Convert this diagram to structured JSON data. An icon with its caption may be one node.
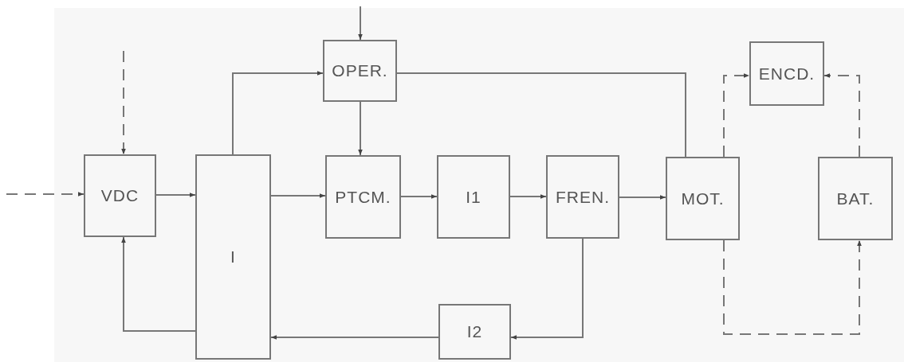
{
  "diagram": {
    "nodes": [
      {
        "text": [
          "OPER."
        ]
      },
      {
        "text": [
          "VDC"
        ]
      },
      {
        "text": [
          "I"
        ]
      },
      {
        "text": [
          "PTCM."
        ]
      },
      {
        "text": [
          "I1"
        ]
      },
      {
        "text": [
          "FREN."
        ]
      },
      {
        "text": [
          "MOT."
        ]
      },
      {
        "text": [
          "ENCD."
        ]
      },
      {
        "text": [
          "BAT."
        ]
      },
      {
        "text": [
          "I2"
        ]
      }
    ],
    "edges": [
      {
        "from": null,
        "to": 0,
        "arrow": "to"
      },
      {
        "from": null,
        "to": 1,
        "arrow": "to",
        "style": "dashed"
      },
      {
        "from": null,
        "to": 1,
        "arrow": "to",
        "style": "dashed"
      },
      {
        "from": 1,
        "to": 2,
        "arrow": "to"
      },
      {
        "from": 2,
        "to": 0,
        "arrow": "to"
      },
      {
        "from": 0,
        "to": 3,
        "arrow": "to"
      },
      {
        "from": 2,
        "to": 3,
        "arrow": "to"
      },
      {
        "from": 3,
        "to": 4,
        "arrow": "to"
      },
      {
        "from": 4,
        "to": 5,
        "arrow": "to"
      },
      {
        "from": 5,
        "to": 6,
        "arrow": "to"
      },
      {
        "from": 0,
        "to": 6,
        "arrow": "none"
      },
      {
        "from": 6,
        "to": 7,
        "arrow": "to",
        "style": "dashed"
      },
      {
        "from": 8,
        "to": 7,
        "arrow": "to",
        "style": "dashed"
      },
      {
        "from": 6,
        "to": 8,
        "arrow": "to",
        "style": "dashed"
      },
      {
        "from": 5,
        "to": 9,
        "arrow": "to"
      },
      {
        "from": 9,
        "to": 2,
        "arrow": "to"
      },
      {
        "from": 2,
        "to": 1,
        "arrow": "to"
      }
    ]
  }
}
